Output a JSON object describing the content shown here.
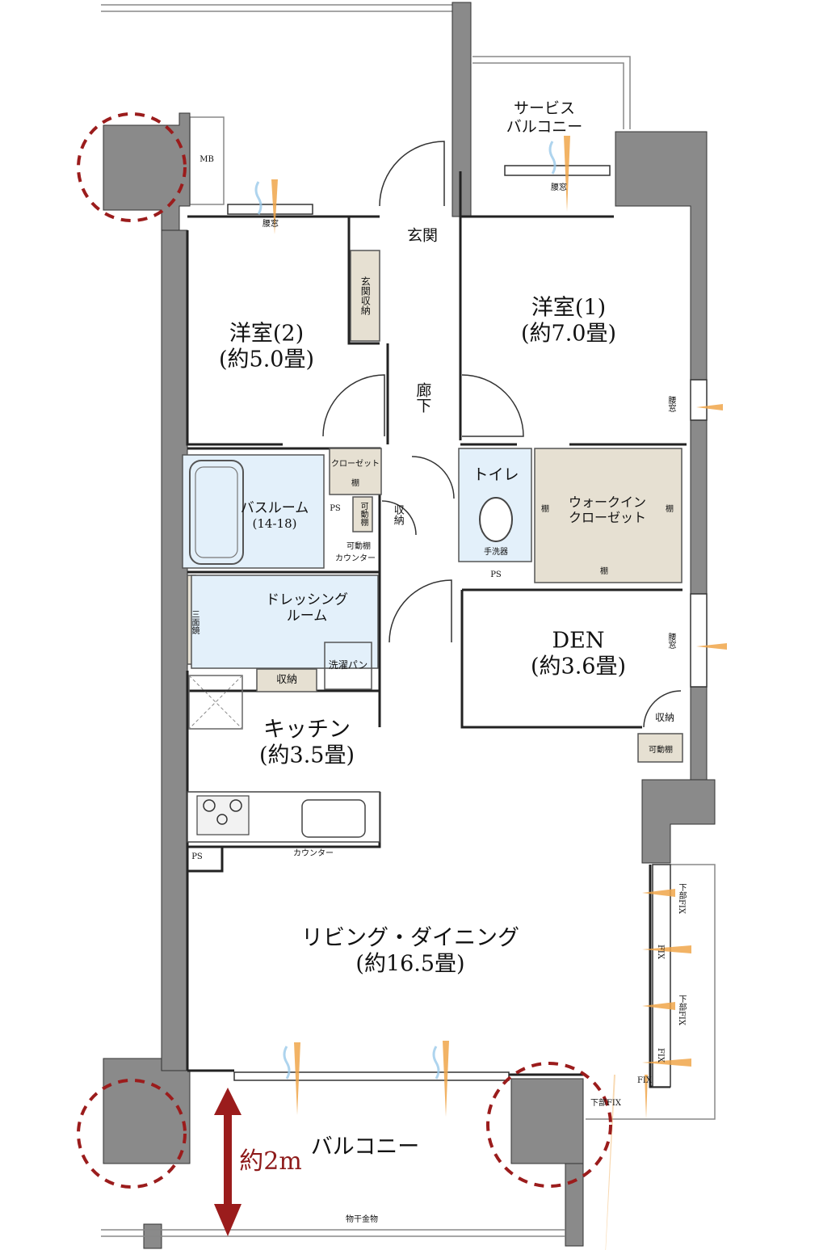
{
  "rooms": {
    "service_balcony": {
      "line1": "サービス",
      "line2": "バルコニー"
    },
    "entrance": "玄関",
    "entrance_storage": "玄関収納",
    "western2": {
      "name": "洋室(2)",
      "size": "(約5.0畳)"
    },
    "western1": {
      "name": "洋室(1)",
      "size": "(約7.0畳)"
    },
    "corridor": "廊下",
    "toilet": "トイレ",
    "walk_in": {
      "line1": "ウォークイン",
      "line2": "クローゼット"
    },
    "bathroom": {
      "name": "バスルーム",
      "size": "(14-18)"
    },
    "dressing": {
      "line1": "ドレッシング",
      "line2": "ルーム"
    },
    "den": {
      "name": "DEN",
      "size": "(約3.6畳)"
    },
    "kitchen": {
      "name": "キッチン",
      "size": "(約3.5畳)"
    },
    "living": {
      "name": "リビング・ダイニング",
      "size": "(約16.5畳)"
    },
    "balcony": "バルコニー"
  },
  "labels": {
    "mb": "MB",
    "waist_window": "腰窓",
    "closet": "クローゼット",
    "shelf": "棚",
    "ps": "PS",
    "movable_shelf": "可動棚",
    "storage": "収納",
    "hand_wash": "手洗器",
    "counter": "カウンター",
    "movable_shelf_counter": "可動棚",
    "three_mirror": "三面鏡",
    "laundry_pan": "洗濯パン",
    "fix": "FIX",
    "lower_fix": "下部FIX",
    "drying_hardware": "物干金物"
  },
  "dimension": {
    "balcony_depth": "約2m"
  },
  "colors": {
    "wall": "#8a8a8a",
    "storage": "#e6e0d2",
    "wet": "#e3f0fa",
    "accent": "#9b1c1c",
    "wind": "#f0a64a"
  }
}
